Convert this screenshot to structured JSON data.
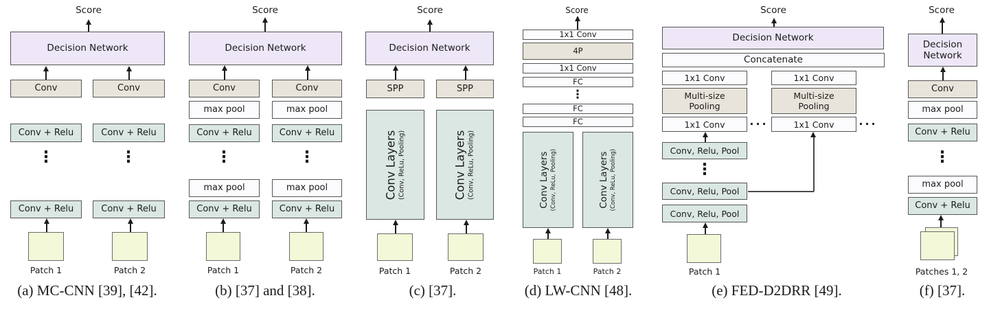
{
  "glyphs": {
    "vertical_dots": "⋮",
    "horizontal_dots": "···"
  },
  "colors": {
    "decision_box": "#eee7f8",
    "conv_box": "#e8e4db",
    "plain_box": "#fcfbfe",
    "relu_box": "#dae7e2",
    "patch_box": "#f2f8d8",
    "border": "#555555",
    "text": "#1b1b1b"
  },
  "panels": {
    "a": {
      "score": "Score",
      "decision_network": "Decision Network",
      "conv": "Conv",
      "conv_relu": "Conv + Relu",
      "patch1": "Patch 1",
      "patch2": "Patch 2",
      "caption": "(a) MC-CNN [39], [42]."
    },
    "b": {
      "score": "Score",
      "decision_network": "Decision Network",
      "conv": "Conv",
      "max_pool": "max pool",
      "conv_relu": "Conv + Relu",
      "patch1": "Patch 1",
      "patch2": "Patch 2",
      "caption": "(b) [37] and [38]."
    },
    "c": {
      "score": "Score",
      "decision_network": "Decision Network",
      "spp": "SPP",
      "conv_layers": "Conv Layers",
      "conv_layers_sub": "(Conv, ReLu, Pooling)",
      "patch1": "Patch 1",
      "patch2": "Patch 2",
      "caption": "(c) [37]."
    },
    "d": {
      "score": "Score",
      "conv_1x1": "1x1 Conv",
      "four_p": "4P",
      "fc": "FC",
      "conv_layers": "Conv Layers",
      "conv_layers_sub": "(Conv, ReLu, Pooling)",
      "patch1": "Patch 1",
      "patch2": "Patch 2",
      "caption": "(d) LW-CNN [48]."
    },
    "e": {
      "score": "Score",
      "decision_network": "Decision Network",
      "concatenate": "Concatenate",
      "conv_1x1": "1x1 Conv",
      "multi_size_line1": "Multi-size",
      "multi_size_line2": "Pooling",
      "conv_relu_pool": "Conv, Relu, Pool",
      "patch1": "Patch 1",
      "caption": "(e) FED-D2DRR [49]."
    },
    "f": {
      "score": "Score",
      "decision_line1": "Decision",
      "decision_line2": "Network",
      "conv": "Conv",
      "max_pool": "max pool",
      "conv_relu": "Conv + Relu",
      "patches": "Patches 1, 2",
      "caption": "(f) [37]."
    }
  }
}
